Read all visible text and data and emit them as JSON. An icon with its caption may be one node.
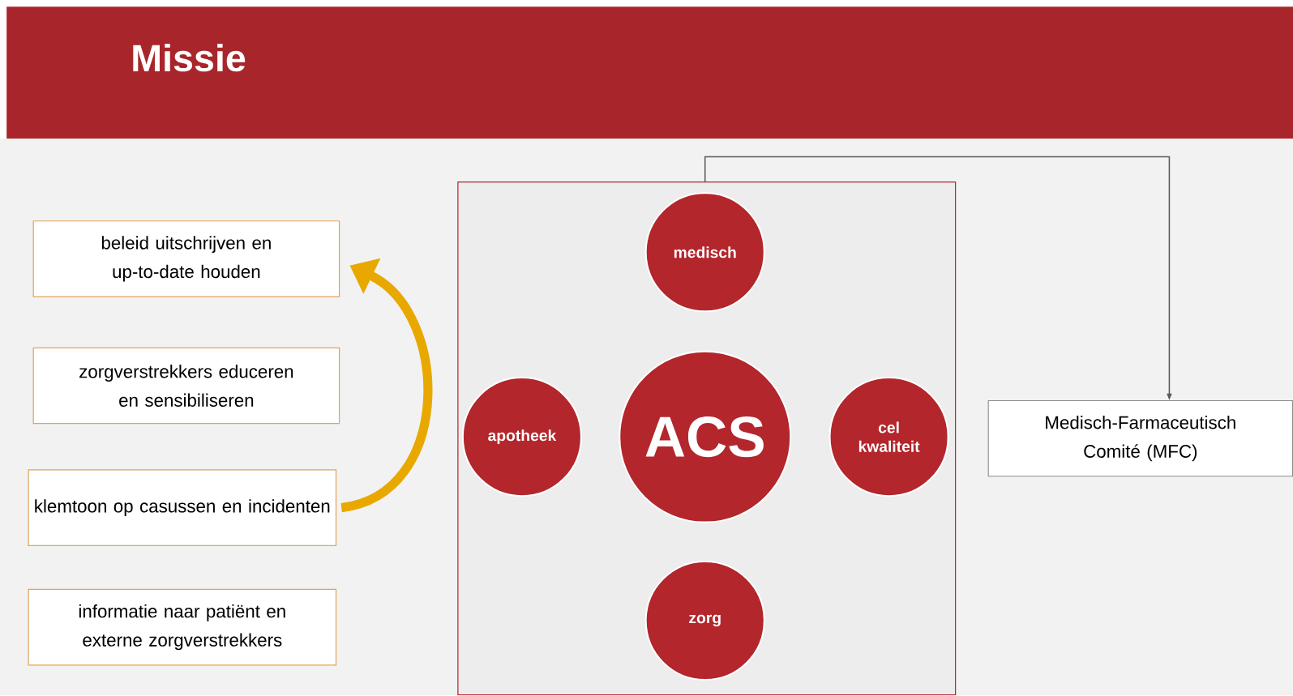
{
  "diagram": {
    "title": "Missie",
    "nodes": [
      {
        "text": [
          "beleid uitschrijven en up-to-date houden"
        ]
      },
      {
        "text": [
          "zorgverstrekkers educeren en sensibiliseren"
        ]
      },
      {
        "text": [
          "klemtoon op casussen en incidenten"
        ]
      },
      {
        "text": [
          "informatie naar patiënt en externe zorgverstrekkers"
        ]
      },
      {
        "text": [],
        "shape": "box"
      },
      {
        "text": [
          "medisch"
        ],
        "in": 4
      },
      {
        "text": [
          "apotheek"
        ],
        "in": 4
      },
      {
        "text": [
          "ACS"
        ],
        "in": 4
      },
      {
        "text": [
          "cel kwaliteit"
        ],
        "in": 4
      },
      {
        "text": [
          "zorg"
        ],
        "in": 4
      },
      {
        "text": [
          "Medisch-Farmaceutisch Comité (MFC)"
        ]
      }
    ],
    "edges": [
      {
        "from": 2,
        "to": 0,
        "arrow": "to",
        "style": "thick",
        "color": "#e8a800"
      },
      {
        "from": 4,
        "to": 10,
        "arrow": "to",
        "color": "#595959"
      }
    ]
  }
}
